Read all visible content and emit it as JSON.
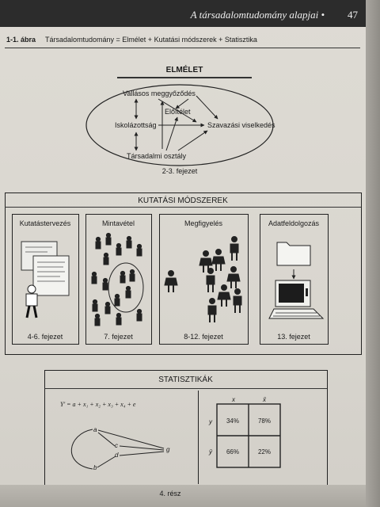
{
  "header": {
    "running_title": "A társadalomtudomány alapjai",
    "bullet": "•",
    "page_number": "47"
  },
  "figure": {
    "label": "1-1. ábra",
    "caption": "Társadalomtudomány = Elmélet + Kutatási módszerek + Statisztika"
  },
  "theory": {
    "title": "ELMÉLET",
    "nodes": {
      "vallasos": "Vallásos meggyőződés",
      "eloitelet": "Előítélet",
      "iskolazottsag": "Iskolázottság",
      "szavazasi": "Szavazási viselkedés",
      "tarsadalmi": "Társadalmi osztály"
    },
    "chapter": "2-3. fejezet"
  },
  "methods": {
    "title": "KUTATÁSI MÓDSZEREK",
    "panels": [
      {
        "title": "Kutatástervezés",
        "chapter": "4-6. fejezet"
      },
      {
        "title": "Mintavétel",
        "chapter": "7. fejezet"
      },
      {
        "title": "Megfigyelés",
        "chapter": "8-12. fejezet"
      },
      {
        "title": "Adatfeldolgozás",
        "chapter": "13. fejezet"
      }
    ]
  },
  "statistics": {
    "title": "STATISZTIKÁK",
    "equation": "Y' = a + x₁ + x₂ + x₃ + x₄ + e",
    "diagram_nodes": [
      "a",
      "c",
      "d",
      "b",
      "g"
    ],
    "table": {
      "col_headers": [
        "x",
        "x̄"
      ],
      "row_headers": [
        "y",
        "ȳ"
      ],
      "cells": [
        [
          "34%",
          "78%"
        ],
        [
          "66%",
          "22%"
        ]
      ]
    },
    "chapter": "4. rész"
  }
}
